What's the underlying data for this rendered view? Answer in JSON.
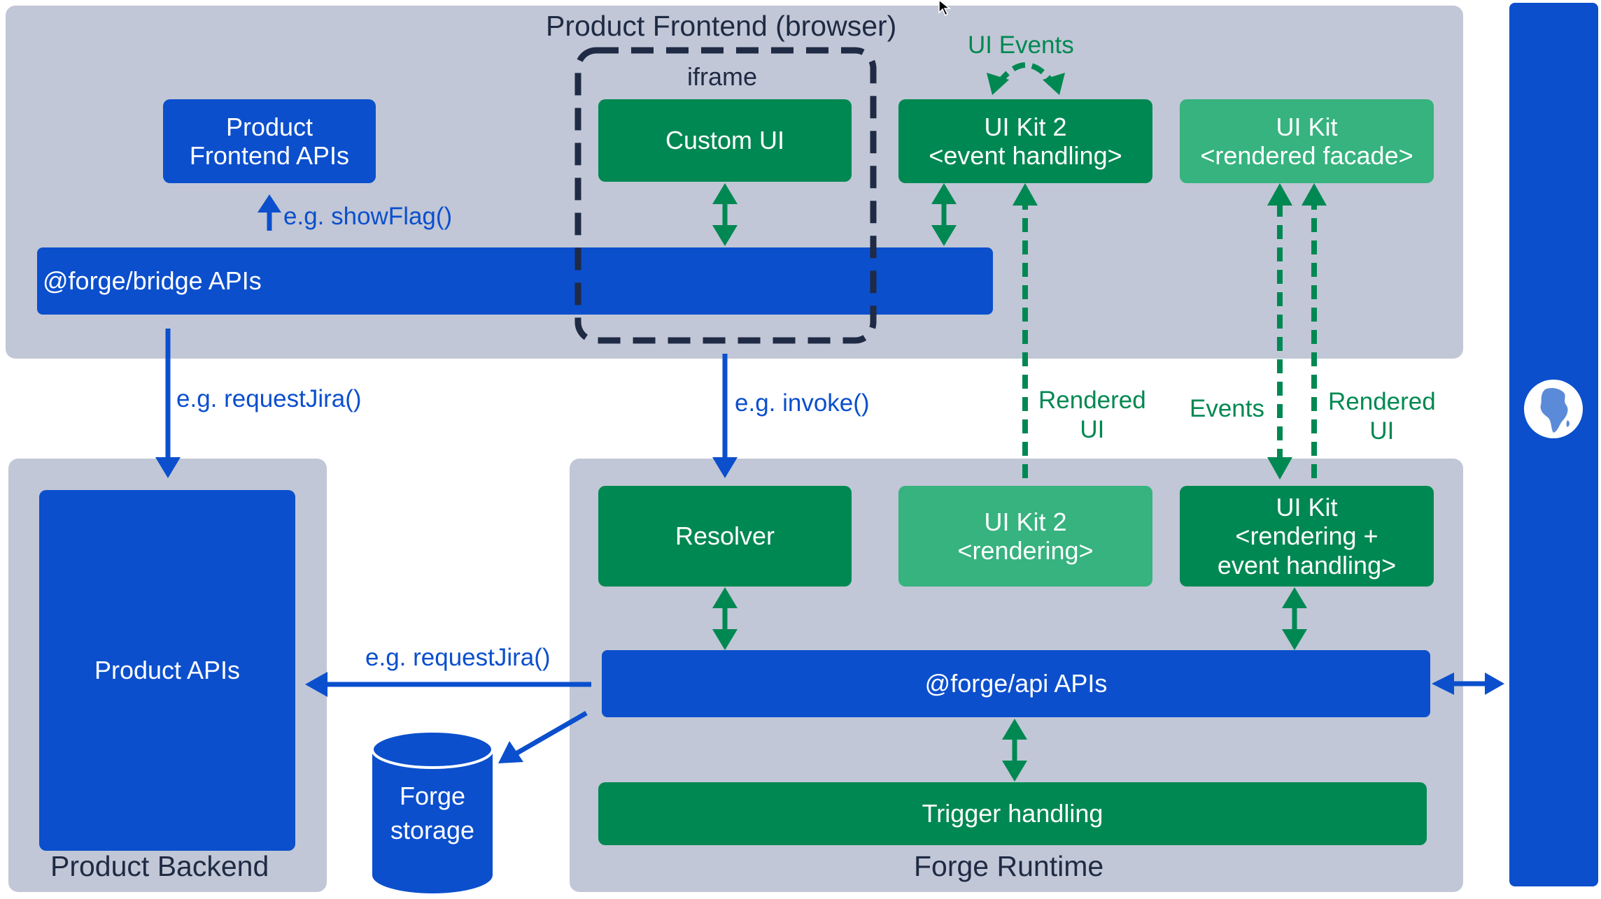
{
  "regions": {
    "frontend": "Product Frontend (browser)",
    "backend": "Product Backend",
    "runtime": "Forge Runtime"
  },
  "iframe_label": "iframe",
  "boxes": {
    "product_frontend_apis": "Product\nFrontend  APIs",
    "custom_ui": "Custom UI",
    "uikit2_event": "UI Kit 2\n<event handling>",
    "uikit_facade": "UI Kit\n<rendered facade>",
    "bridge_apis": "@forge/bridge APIs",
    "product_apis": "Product APIs",
    "resolver": "Resolver",
    "uikit2_rendering": "UI Kit 2\n<rendering>",
    "uikit_rendering_events": "UI Kit\n<rendering +\nevent handling>",
    "forge_api_apis": "@forge/api APIs",
    "trigger_handling": "Trigger handling",
    "forge_storage": "Forge\nstorage"
  },
  "labels": {
    "ui_events": "UI Events",
    "show_flag": "e.g. showFlag()",
    "request_jira_1": "e.g. requestJira()",
    "invoke": "e.g. invoke()",
    "rendered_ui_1": "Rendered\nUI",
    "events": "Events",
    "rendered_ui_2": "Rendered\nUI",
    "request_jira_2": "e.g. requestJira()"
  },
  "icons": {
    "globe": "globe-icon",
    "cursor": "mouse-cursor-icon"
  },
  "colors": {
    "region_bg": "#c1c7d6",
    "blue": "#0b4fcd",
    "green": "#008852",
    "light_green": "#36b37e",
    "dark_navy": "#1f2a44"
  }
}
